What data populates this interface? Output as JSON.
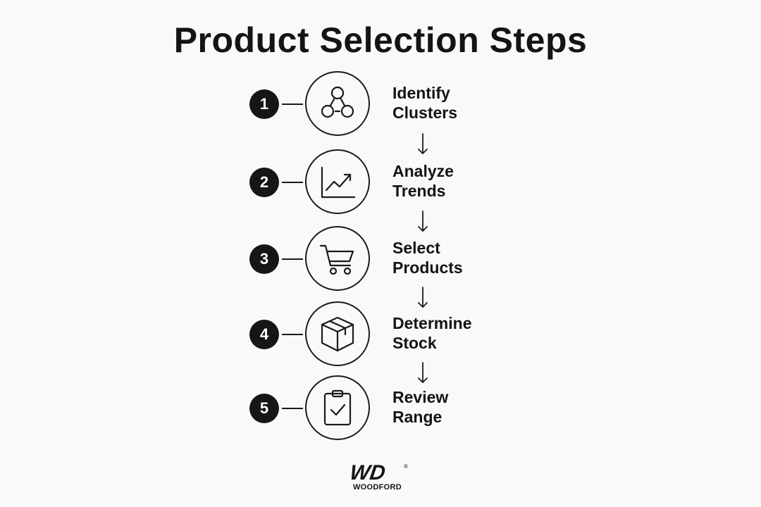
{
  "title": "Product Selection Steps",
  "steps": [
    {
      "number": "1",
      "line1": "Identify",
      "line2": "Clusters",
      "icon": "cluster-nodes-icon"
    },
    {
      "number": "2",
      "line1": "Analyze",
      "line2": "Trends",
      "icon": "trend-chart-icon"
    },
    {
      "number": "3",
      "line1": "Select",
      "line2": "Products",
      "icon": "shopping-cart-icon"
    },
    {
      "number": "4",
      "line1": "Determine",
      "line2": "Stock",
      "icon": "box-icon"
    },
    {
      "number": "5",
      "line1": "Review",
      "line2": "Range",
      "icon": "clipboard-check-icon"
    }
  ],
  "logo": {
    "mark": "WD",
    "name": "WOODFORD",
    "registered": "®"
  },
  "colors": {
    "background": "#f9f9f9",
    "ink": "#141414",
    "badge": "#161616"
  }
}
